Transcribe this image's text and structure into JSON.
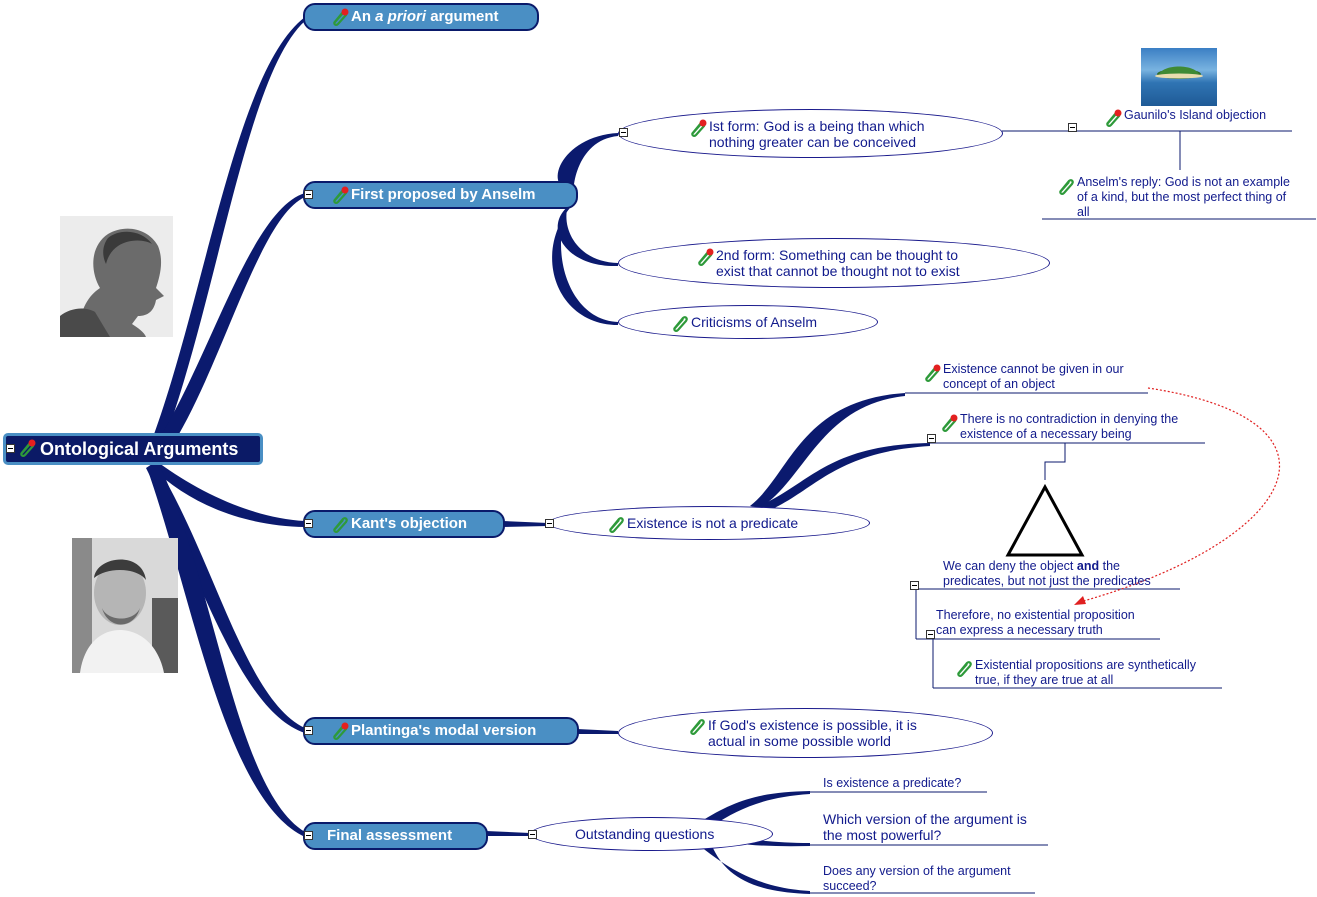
{
  "colors": {
    "branch": "#0b1a6e",
    "pill": "#4a8fc4",
    "text": "#111a8c",
    "link": "#e02020"
  },
  "root": {
    "label": "Ontological Arguments"
  },
  "branches": {
    "apriori": {
      "pre": "An ",
      "em": "a priori",
      "post": " argument"
    },
    "anselm": {
      "label": "First proposed by Anselm"
    },
    "kant": {
      "label": "Kant's objection"
    },
    "plantinga": {
      "label": "Plantinga's modal version"
    },
    "final": {
      "label": "Final assessment"
    }
  },
  "anselm": {
    "first_form": {
      "line1": "Ist form: God is a being than which",
      "line2": "nothing greater can be conceived"
    },
    "second_form": {
      "line1": "2nd form: Something can be thought to",
      "line2": "exist that cannot be thought not to exist"
    },
    "criticisms": "Criticisms of Anselm",
    "gaunilo": "Gaunilo's Island objection",
    "reply": {
      "line1": "Anselm's reply: God is not an example",
      "line2": "of a kind, but the most perfect thing of",
      "line3": "all"
    }
  },
  "kant": {
    "predicate": "Existence is not a predicate",
    "concept": {
      "line1": "Existence cannot be given in our",
      "line2": "concept of an object"
    },
    "contradiction": {
      "line1": "There is no contradiction in denying the",
      "line2": "existence of a necessary being"
    },
    "deny": {
      "line1": "We can deny the object ",
      "bold": "and",
      "line1b": " the",
      "line2": "predicates, but not just the predicates"
    },
    "therefore": {
      "line1": "Therefore, no existential proposition",
      "line2": "can express a necessary truth"
    },
    "synthetic": {
      "line1": "Existential propositions are synthetically",
      "line2": "true, if they are true at all"
    }
  },
  "plantinga": {
    "line1": "If God's existence is possible, it is",
    "line2": "actual in some possible world"
  },
  "final": {
    "questions": "Outstanding questions",
    "q1": "Is existence a predicate?",
    "q2": {
      "line1": "Which version of the argument is",
      "line2": "the most powerful?"
    },
    "q3": {
      "line1": "Does any version of the argument",
      "line2": "succeed?"
    }
  }
}
